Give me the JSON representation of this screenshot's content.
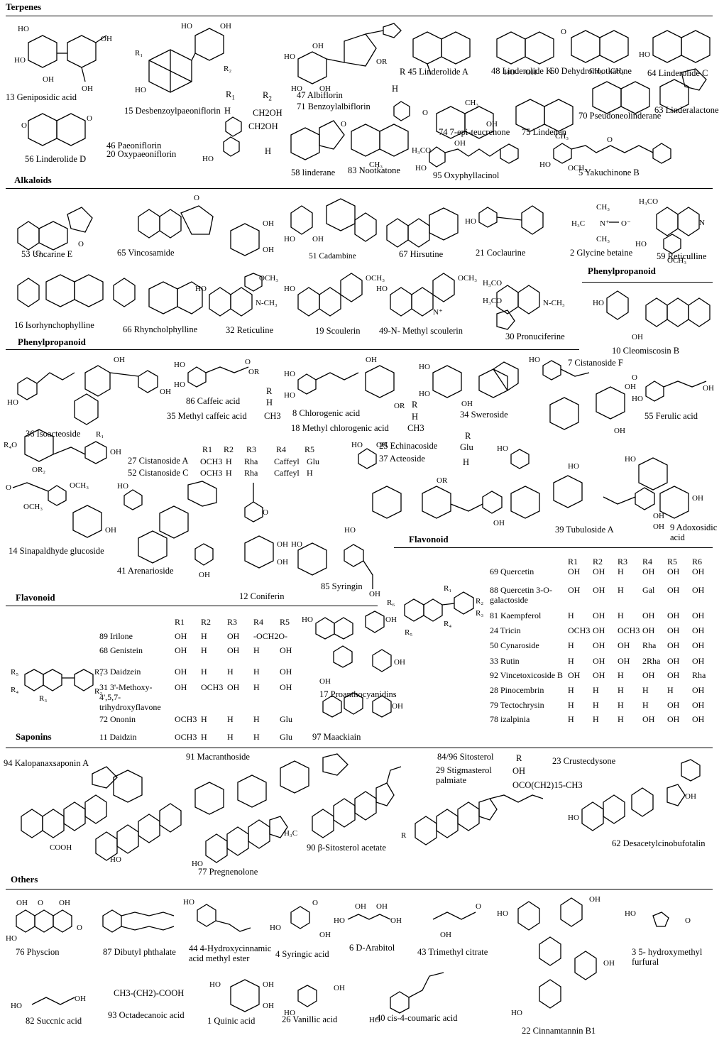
{
  "sections": {
    "terpenes": "Terpenes",
    "alkaloids": "Alkaloids",
    "phenylpropanoid_a": "Phenylpropanoid",
    "phenylpropanoid_b": "Phenylpropanoid",
    "flavonoid_a": "Flavonoid",
    "flavonoid_b": "Flavonoid",
    "saponins": "Saponins",
    "others": "Others"
  },
  "terpenes": {
    "c13": "13  Geniposidic acid",
    "c15": "15 Desbenzoylpaeoniflorin",
    "c46": "46 Paeoniflorin",
    "c20": "20 Oxypaeoniflorin",
    "c47": "47 Albiflorin",
    "c71": "71 Benzoylalbiflorin",
    "c45": "R 45 Linderolide A",
    "c48": "48 Linderolide K",
    "c60": "60 Dehydronootkatone",
    "c64": "64 Linderolide C",
    "c56": "56 Linderolide D",
    "c58": "58 linderane",
    "c83": "83 Nootkatone",
    "c74": "74 7-epi-teucrenone",
    "c75": "75 Lindenen",
    "c70": "70 Pseudoneolinderane",
    "c63": "63 Linderalactone",
    "c95": "95 Oxyphyllacinol",
    "c5": "5 Yakuchinone B",
    "r1": "R",
    "r1_sub": "1",
    "r2": "R",
    "r2_sub": "2",
    "row_h": "H",
    "row_ch2oh_1": "CH2OH",
    "row_ch2oh_2": "CH2OH",
    "row_h2": "H",
    "r47_h": "H"
  },
  "alkaloids": {
    "c53": "53 Uncarine E",
    "c65": "65 Vincosamide",
    "c51": "51 Cadambine",
    "c67": "67 Hirsutine",
    "c21": "21 Coclaurine",
    "c2": "2 Glycine betaine",
    "c59": "59 Reticulline",
    "c16": "16 Isorhynchophylline",
    "c66": "66 Rhyncholphylline",
    "c32": "32 Reticuline",
    "c19": "19 Scoulerin",
    "c49": "49-N- Methyl scoulerin",
    "c30": "30 Pronuciferine"
  },
  "phenylpropanoid_top": {
    "c10": "10 Cleomiscosin B"
  },
  "phenylpropanoid": {
    "c36": "36 Isoacteoside",
    "c86": "86 Caffeic acid",
    "c35": "35 Methyl caffeic acid",
    "c35_r": "CH3",
    "c86_r": "H",
    "r_head": "R",
    "c8": "8 Chlorogenic acid",
    "c18": "18 Methyl chlorogenic acid",
    "c18_r": "CH3",
    "c8_r": "H",
    "r_head2": "R",
    "c34": "34 Sweroside",
    "c7": "7 Cistanoside F",
    "c55": "55 Ferulic acid",
    "c27": "27 Cistanoside A",
    "c52": "52 Cistanoside C",
    "tbl_heads": [
      "R1",
      "R2",
      "R3",
      "R4",
      "R5"
    ],
    "c27_vals": [
      "OCH3",
      "H",
      "Rha",
      "Caffeyl",
      "Glu"
    ],
    "c52_vals": [
      "OCH3",
      "H",
      "Rha",
      "Caffeyl",
      "H"
    ],
    "c25": "25 Echinacoside",
    "c37": "37 Acteoside",
    "c25_r_head": "R",
    "c25_r": "Glu",
    "c37_r": "H",
    "c39": "39 Tubuloside A",
    "c9": "9 Adoxosidic acid",
    "c14": "14 Sinapaldhyde glucoside",
    "c41": "41 Arenarioside",
    "c12": "12 Coniferin",
    "c85": "85 Syringin"
  },
  "flavonoid_right": {
    "heads": [
      "R1",
      "R2",
      "R3",
      "R4",
      "R5",
      "R6"
    ],
    "rows": [
      {
        "name": "69 Quercetin",
        "vals": [
          "OH",
          "OH",
          "H",
          "OH",
          "OH",
          "OH"
        ]
      },
      {
        "name": "88 Quercetin 3-O-galactoside",
        "vals": [
          "OH",
          "OH",
          "H",
          "Gal",
          "OH",
          "OH"
        ]
      },
      {
        "name": "81 Kaempferol",
        "vals": [
          "H",
          "OH",
          "H",
          "OH",
          "OH",
          "OH"
        ]
      },
      {
        "name": "24 Tricin",
        "vals": [
          "OCH3",
          "OH",
          "OCH3",
          "OH",
          "OH",
          "OH"
        ]
      },
      {
        "name": "50 Cynaroside",
        "vals": [
          "H",
          "OH",
          "OH",
          "Rha",
          "OH",
          "OH"
        ]
      },
      {
        "name": "33 Rutin",
        "vals": [
          "H",
          "OH",
          "OH",
          "2Rha",
          "OH",
          "OH"
        ]
      },
      {
        "name": "92 Vincetoxicoside B",
        "vals": [
          "OH",
          "OH",
          "H",
          "OH",
          "OH",
          "Rha"
        ]
      },
      {
        "name": "28 Pinocembrin",
        "vals": [
          "H",
          "H",
          "H",
          "H",
          "H",
          "OH"
        ]
      },
      {
        "name": "79 Tectochrysin",
        "vals": [
          "H",
          "H",
          "H",
          "H",
          "OH",
          "OH"
        ]
      },
      {
        "name": "78 izalpinia",
        "vals": [
          "H",
          "H",
          "H",
          "OH",
          "OH",
          "OH"
        ]
      }
    ]
  },
  "isoflavonoid": {
    "heads": [
      "R1",
      "R2",
      "R3",
      "R4",
      "R5"
    ],
    "rows": [
      {
        "name": "89 Irilone",
        "vals": [
          "OH",
          "H",
          "OH",
          "-OCH2O-",
          ""
        ]
      },
      {
        "name": "68 Genistein",
        "vals": [
          "OH",
          "H",
          "OH",
          "H",
          "OH"
        ]
      },
      {
        "name": "73 Daidzein",
        "vals": [
          "OH",
          "H",
          "H",
          "H",
          "OH"
        ]
      },
      {
        "name": "31 3'-Methoxy-4',5,7-trihydroxyflavone",
        "vals": [
          "OH",
          "OCH3",
          "OH",
          "H",
          "OH"
        ]
      },
      {
        "name": "72 Ononin",
        "vals": [
          "OCH3",
          "H",
          "H",
          "H",
          "Glu"
        ]
      },
      {
        "name": "11 Daidzin",
        "vals": [
          "OCH3",
          "H",
          "H",
          "H",
          "Glu"
        ]
      }
    ],
    "c17": "17 Proanthocyanidins",
    "c97": "97 Maackiain"
  },
  "saponins": {
    "c94": "94 Kalopanaxsaponin A",
    "c91": "91 Macranthoside",
    "c84": "84/96 Sitosterol",
    "c29": "29 Stigmasterol palmiate",
    "r_head": "R",
    "c84_r": "OH",
    "c29_r": "OCO(CH2)15-CH3",
    "c23": "23 Crustecdysone",
    "c90": "90 β-Sitosterol acetate",
    "c77": "77 Pregnenolone",
    "c62": "62 Desacetylcinobufotalin"
  },
  "others": {
    "c76": "76 Physcion",
    "c87": "87 Dibutyl phthalate",
    "c44": "44 4-Hydroxycinnamic acid methyl ester",
    "c4": "4 Syringic acid",
    "c6": "6 D-Arabitol",
    "c43": "43 Trimethyl citrate",
    "c3": "3 5- hydroxymethyl furfural",
    "c82": "82 Succnic acid",
    "c93": "93 Octadecanoic acid",
    "c93_formula": "CH3-(CH2)-COOH",
    "c1": "1 Quinic acid",
    "c26": "26 Vanillic acid",
    "c40": "40 cis-4-coumaric acid",
    "c22": "22 Cinnamtannin B1"
  }
}
